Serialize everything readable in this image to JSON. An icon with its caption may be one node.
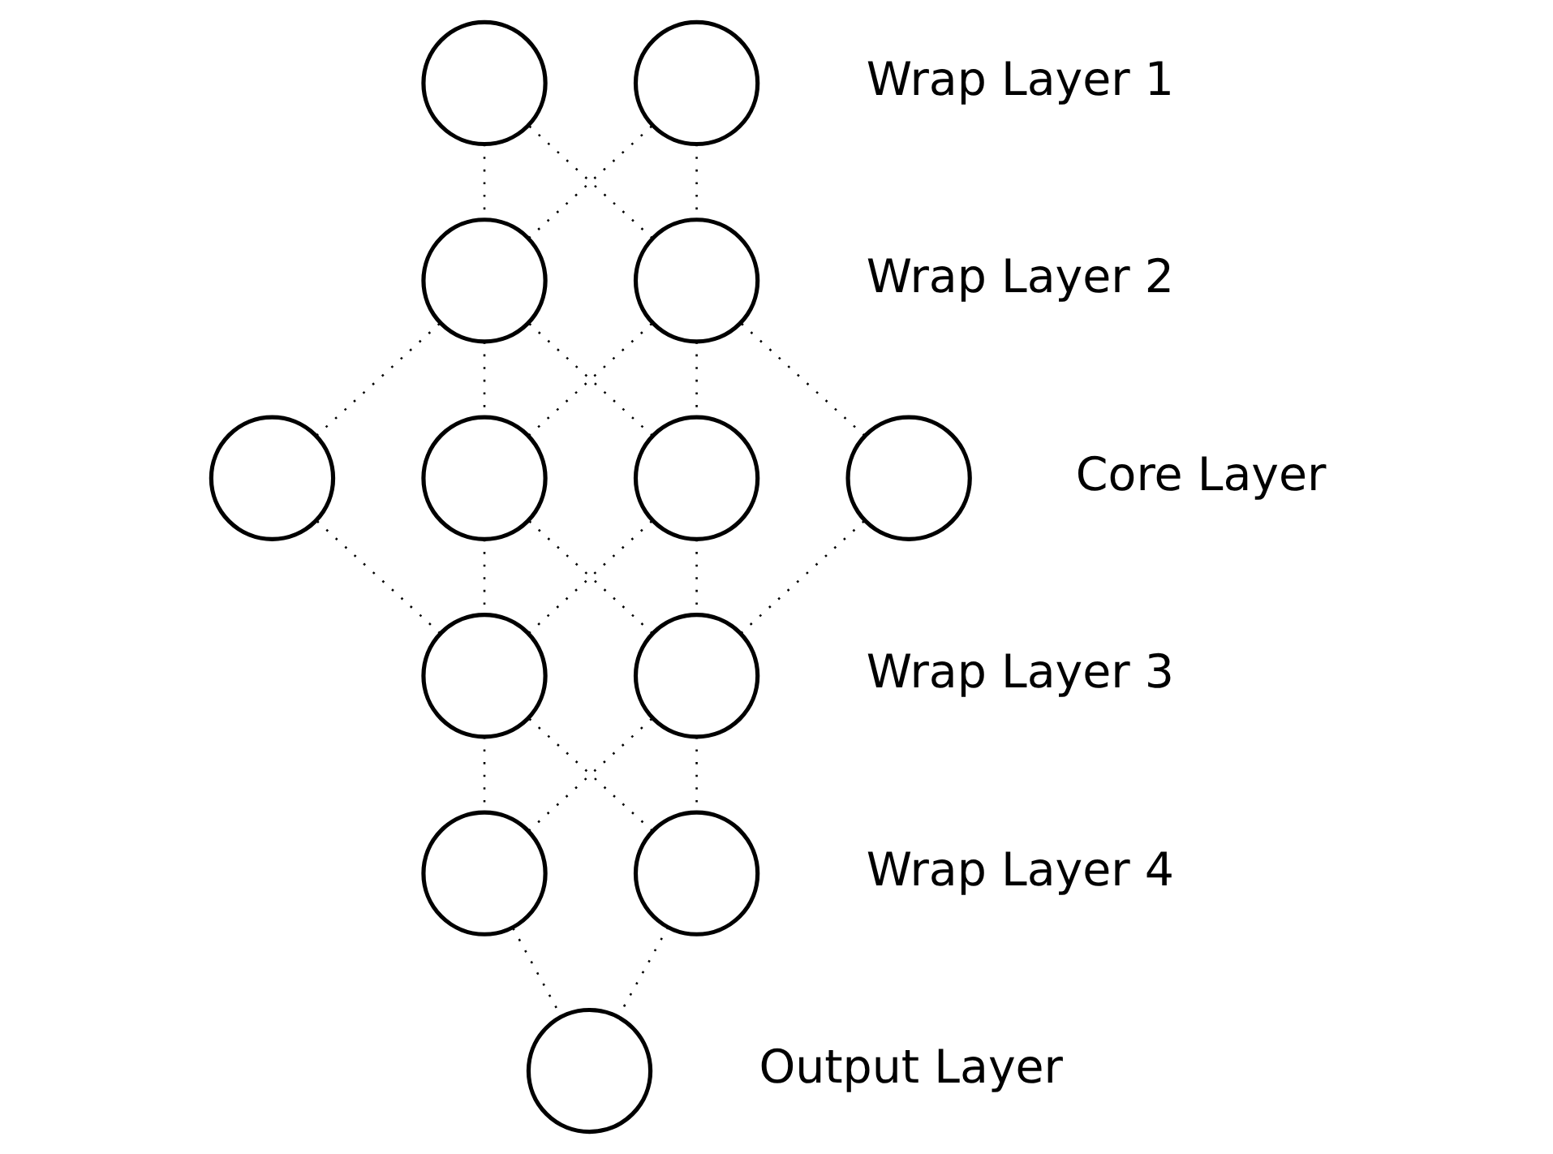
{
  "diagram": {
    "nodes": [
      {
        "text": [],
        "shape": "circle"
      },
      {
        "text": [],
        "shape": "circle"
      },
      {
        "text": [],
        "shape": "circle"
      },
      {
        "text": [],
        "shape": "circle"
      },
      {
        "text": [],
        "shape": "circle"
      },
      {
        "text": [],
        "shape": "circle"
      },
      {
        "text": [],
        "shape": "circle"
      },
      {
        "text": [],
        "shape": "circle"
      },
      {
        "text": [],
        "shape": "circle"
      },
      {
        "text": [],
        "shape": "circle"
      },
      {
        "text": [],
        "shape": "circle"
      },
      {
        "text": [],
        "shape": "circle"
      },
      {
        "text": [],
        "shape": "circle"
      }
    ],
    "edges": [
      {
        "from": 0,
        "to": 2,
        "arrow": "none"
      },
      {
        "from": 0,
        "to": 3,
        "arrow": "none"
      },
      {
        "from": 1,
        "to": 2,
        "arrow": "none"
      },
      {
        "from": 1,
        "to": 3,
        "arrow": "none"
      },
      {
        "from": 2,
        "to": 4,
        "arrow": "none"
      },
      {
        "from": 2,
        "to": 5,
        "arrow": "none"
      },
      {
        "from": 2,
        "to": 6,
        "arrow": "none"
      },
      {
        "from": 3,
        "to": 5,
        "arrow": "none"
      },
      {
        "from": 3,
        "to": 6,
        "arrow": "none"
      },
      {
        "from": 3,
        "to": 7,
        "arrow": "none"
      },
      {
        "from": 4,
        "to": 8,
        "arrow": "none"
      },
      {
        "from": 5,
        "to": 8,
        "arrow": "none"
      },
      {
        "from": 5,
        "to": 9,
        "arrow": "none"
      },
      {
        "from": 6,
        "to": 8,
        "arrow": "none"
      },
      {
        "from": 6,
        "to": 9,
        "arrow": "none"
      },
      {
        "from": 7,
        "to": 9,
        "arrow": "none"
      },
      {
        "from": 8,
        "to": 10,
        "arrow": "none"
      },
      {
        "from": 8,
        "to": 11,
        "arrow": "none"
      },
      {
        "from": 9,
        "to": 10,
        "arrow": "none"
      },
      {
        "from": 9,
        "to": 11,
        "arrow": "none"
      },
      {
        "from": 10,
        "to": 12,
        "arrow": "none"
      },
      {
        "from": 11,
        "to": 12,
        "arrow": "none"
      }
    ],
    "labels": [
      "Wrap Layer 1",
      "Wrap Layer 2",
      "Core Layer",
      "Wrap Layer 3",
      "Wrap Layer 4",
      "Output Layer"
    ]
  }
}
